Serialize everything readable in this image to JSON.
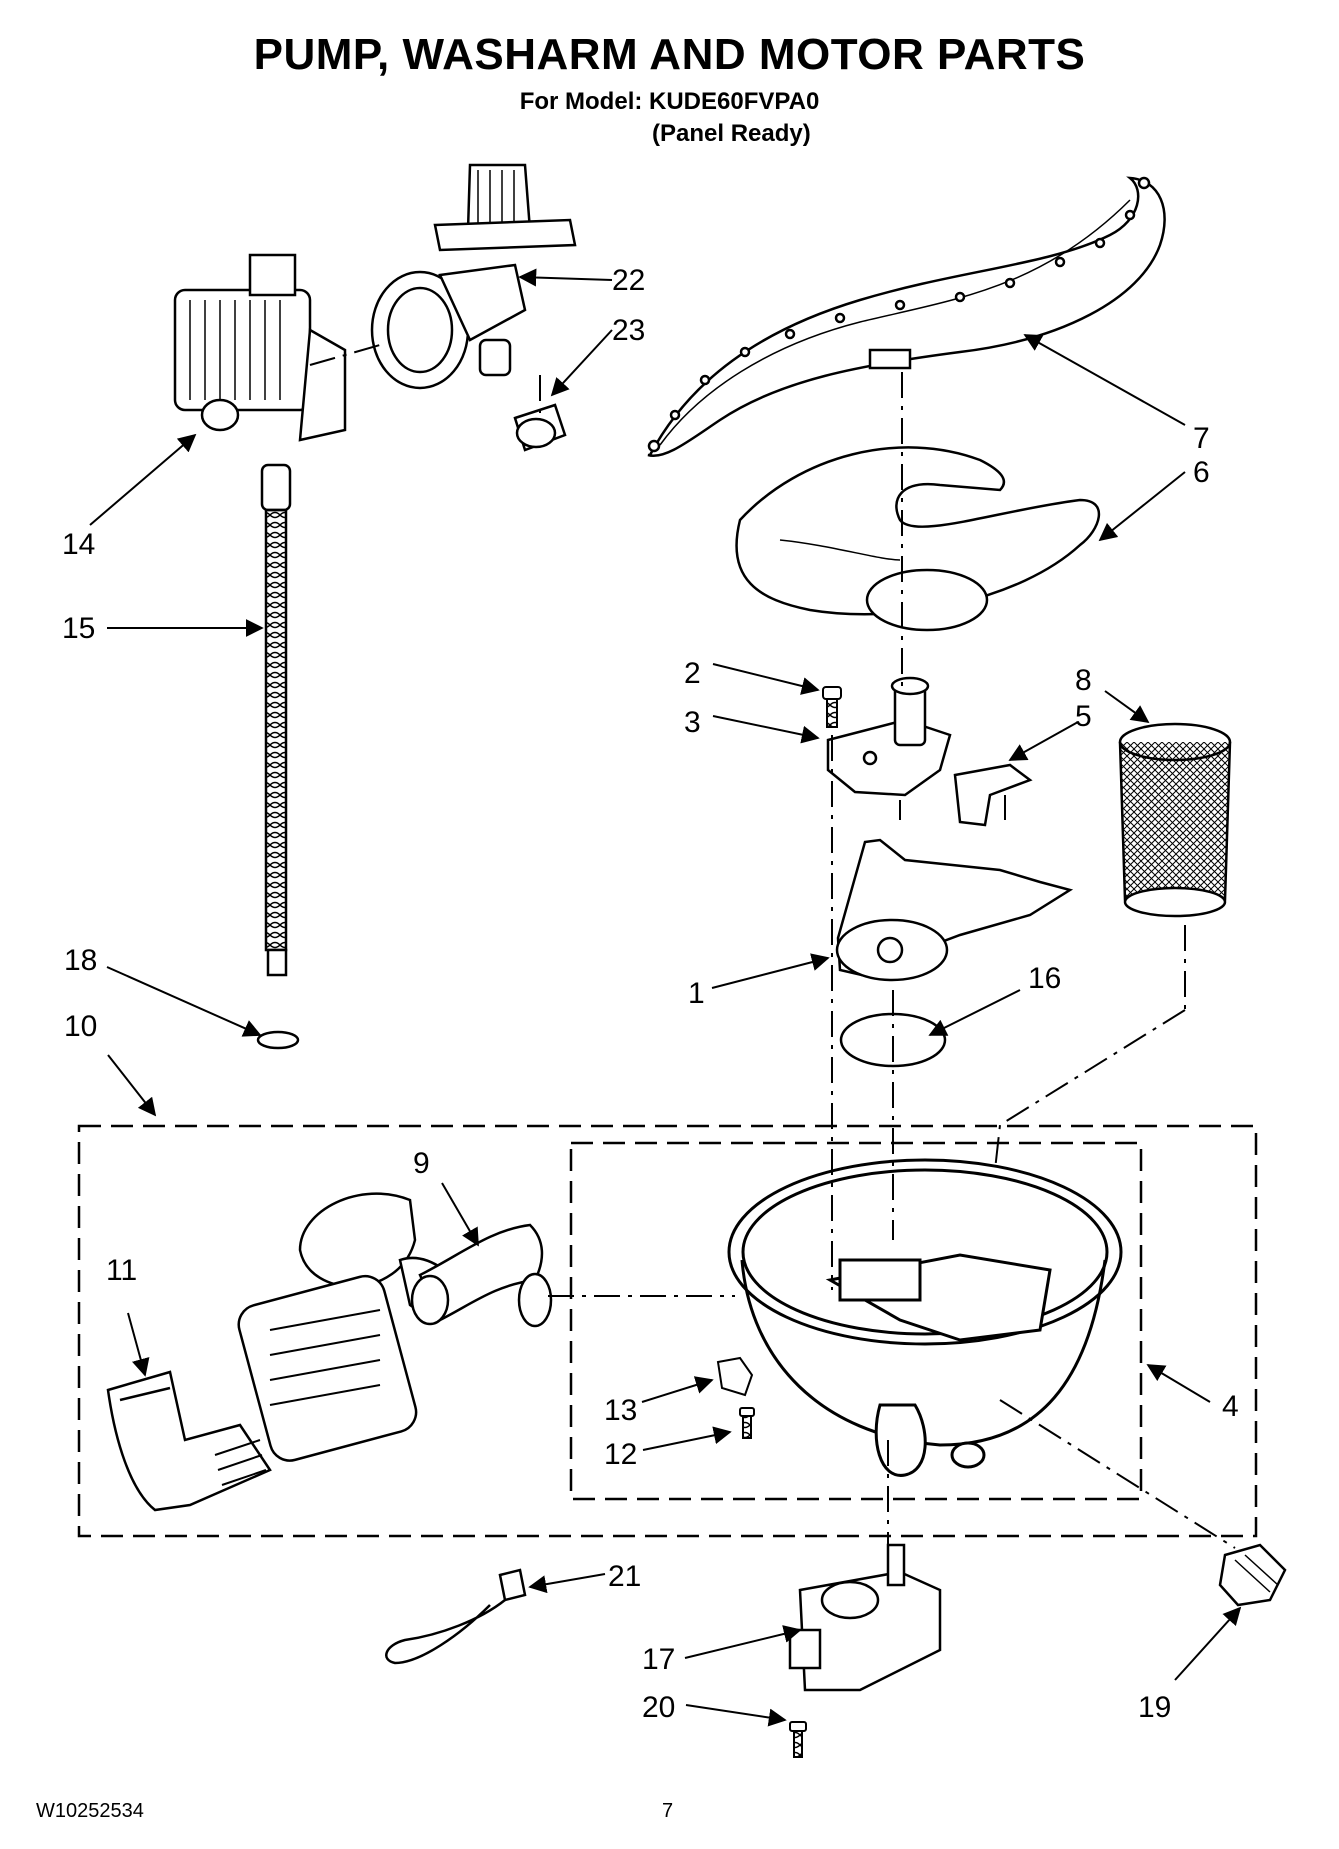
{
  "header": {
    "title": "PUMP, WASHARM AND MOTOR PARTS",
    "model_line": "For Model: KUDE60FVPA0",
    "panel_line": "(Panel Ready)"
  },
  "footer": {
    "doc_number": "W10252534",
    "page_number": "7"
  },
  "callouts": {
    "c1": "1",
    "c2": "2",
    "c3": "3",
    "c4": "4",
    "c5": "5",
    "c6": "6",
    "c7": "7",
    "c8": "8",
    "c9": "9",
    "c10": "10",
    "c11": "11",
    "c12": "12",
    "c13": "13",
    "c14": "14",
    "c15": "15",
    "c16": "16",
    "c17": "17",
    "c18": "18",
    "c19": "19",
    "c20": "20",
    "c21": "21",
    "c22": "22",
    "c23": "23"
  }
}
